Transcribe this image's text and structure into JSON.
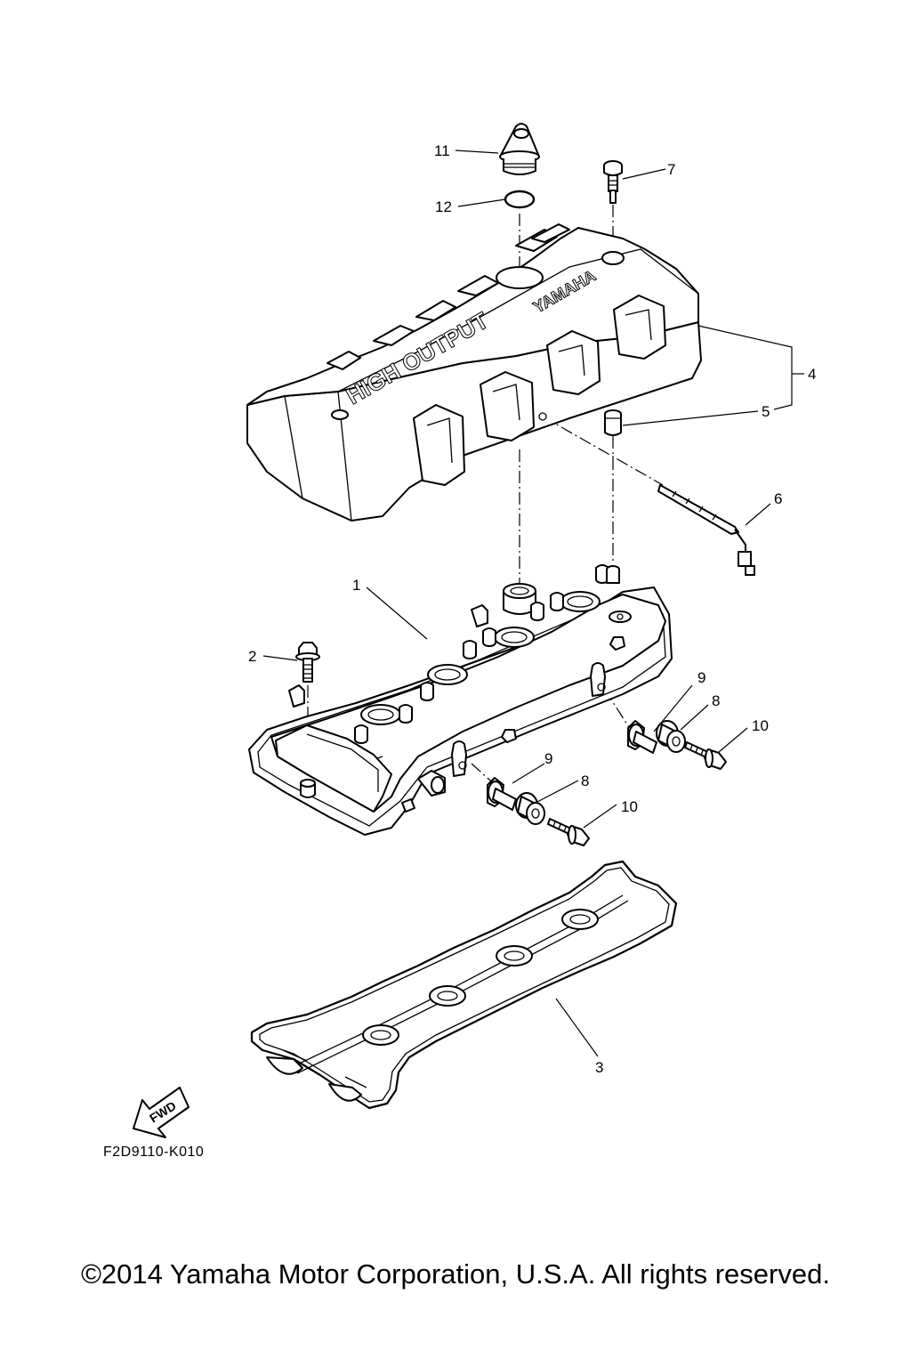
{
  "diagram": {
    "reference_code": "F2D9110-K010",
    "copyright": "©2014 Yamaha Motor Corporation, U.S.A. All rights reserved.",
    "emboss_text_1": "HIGH OUTPUT",
    "emboss_text_2": "YAMAHA",
    "fwd_label": "FWD",
    "callouts": {
      "c1": "1",
      "c2": "2",
      "c3": "3",
      "c4": "4",
      "c5": "5",
      "c6": "6",
      "c7": "7",
      "c8a": "8",
      "c8b": "8",
      "c9a": "9",
      "c9b": "9",
      "c10a": "10",
      "c10b": "10",
      "c11": "11",
      "c12": "12"
    }
  }
}
